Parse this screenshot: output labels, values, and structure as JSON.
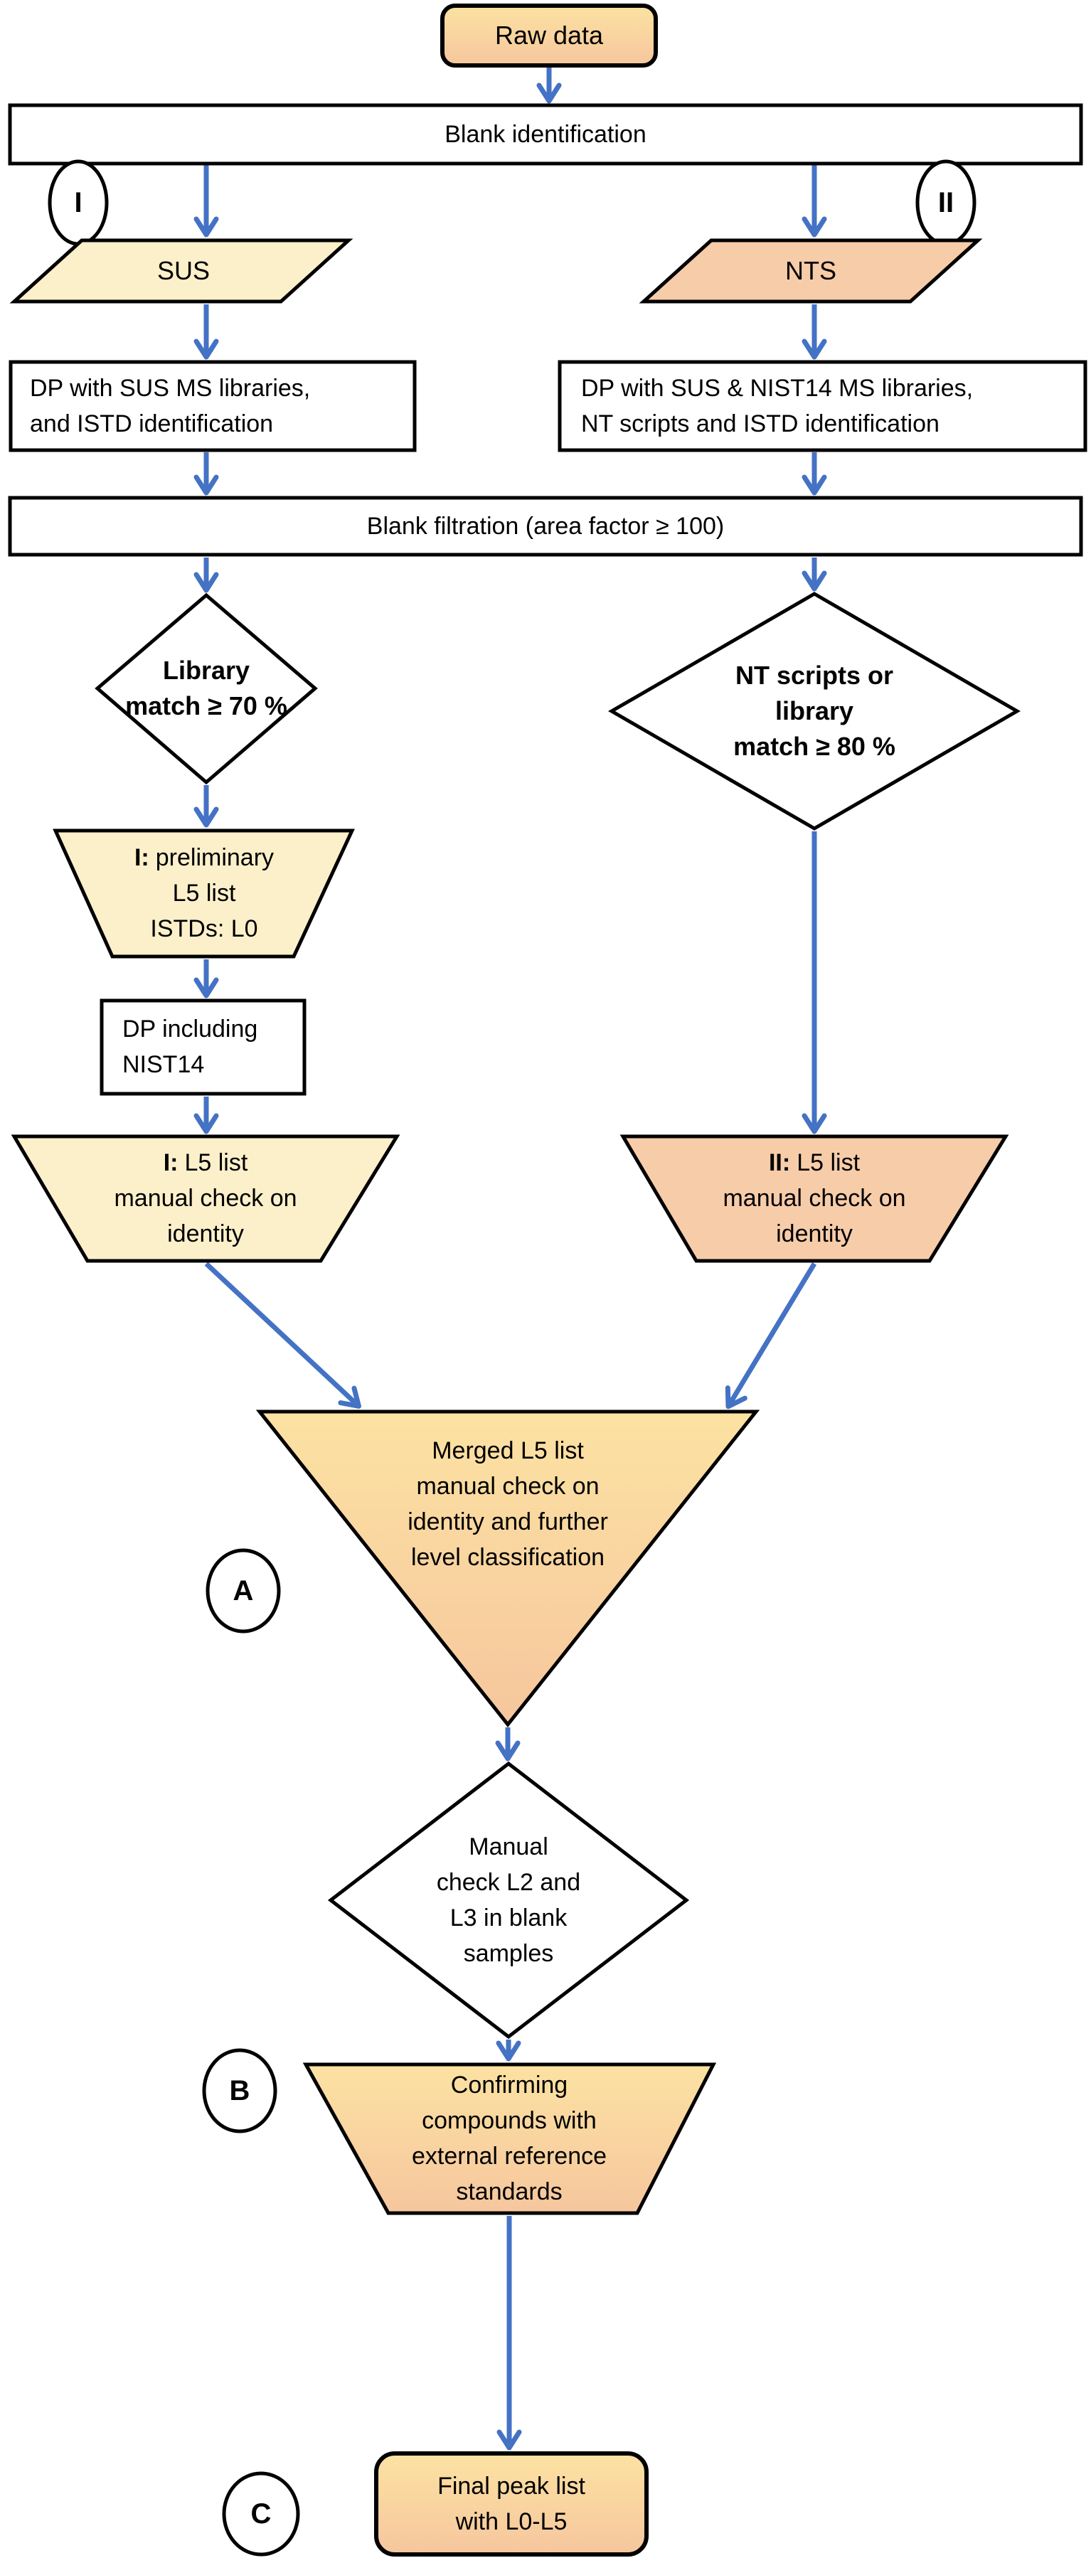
{
  "diagram": {
    "type": "flowchart",
    "description": "Suspect (SUS) and non-target screening (NTS) data processing workflow"
  },
  "colors": {
    "arrow_blue": "#4472C4",
    "light_yellow_fill": "#FCF0CB",
    "peach_fill": "#F7CCA9",
    "gradient_top": "#FCE2A2",
    "gradient_bottom": "#F6C69E",
    "shape_outline": "#000000",
    "white_fill": "#FFFFFF"
  },
  "nodes": {
    "raw_data": {
      "label": "Raw data"
    },
    "blank_identification": {
      "label": "Blank identification"
    },
    "branch_i": {
      "label": "I"
    },
    "branch_ii": {
      "label": "II"
    },
    "sus": {
      "label": "SUS"
    },
    "nts": {
      "label": "NTS"
    },
    "dp_sus": {
      "line1": "DP with SUS MS libraries,",
      "line2": "and ISTD identification"
    },
    "dp_nts": {
      "line1": "DP with SUS & NIST14 MS libraries,",
      "line2": "NT scripts and ISTD identification"
    },
    "blank_filtration": {
      "label": "Blank filtration (area factor ≥ 100)"
    },
    "library_match": {
      "line1": "Library",
      "line2": "match ≥ 70 %"
    },
    "nt_match": {
      "line1": "NT scripts or",
      "line2": "library",
      "line3": "match ≥ 80 %"
    },
    "prelim_l5": {
      "prefix": "I:",
      "line1": "preliminary",
      "line2": "L5 list",
      "line3": "ISTDs: L0"
    },
    "dp_nist14": {
      "line1": "DP including",
      "line2": "NIST14"
    },
    "l5_i": {
      "prefix": "I:",
      "line1": "L5 list",
      "line2": "manual check on",
      "line3": "identity"
    },
    "l5_ii": {
      "prefix": "II:",
      "line1": "L5 list",
      "line2": "manual check on",
      "line3": "identity"
    },
    "merged_l5": {
      "line1": "Merged L5 list",
      "line2": "manual check on",
      "line3": "identity and further",
      "line4": "level classification"
    },
    "manual_check": {
      "line1": "Manual",
      "line2": "check L2 and",
      "line3": "L3 in blank",
      "line4": "samples"
    },
    "confirming": {
      "line1": "Confirming",
      "line2": "compounds with",
      "line3": "external reference",
      "line4": "standards"
    },
    "final_peak": {
      "line1": "Final peak list",
      "line2": "with L0-L5"
    },
    "step_a": {
      "label": "A"
    },
    "step_b": {
      "label": "B"
    },
    "step_c": {
      "label": "C"
    }
  }
}
